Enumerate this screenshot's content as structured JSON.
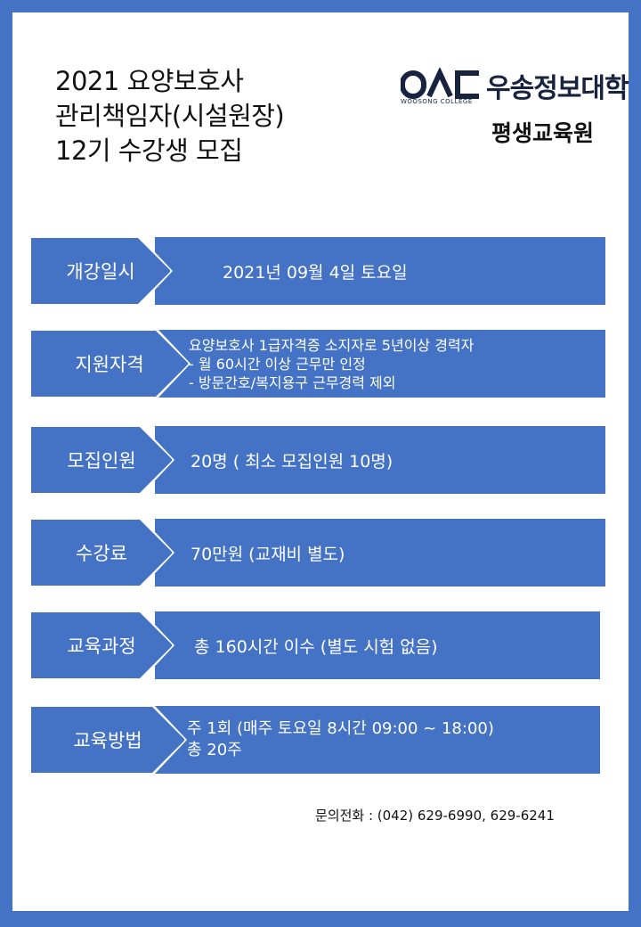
{
  "title": {
    "line1": "2021 요양보호사",
    "line2": "관리책임자(시설원장)",
    "line3": "12기 수강생 모집"
  },
  "logo": {
    "mark": "OAC",
    "sub": "WOOSONG COLLEGE",
    "name": "우송정보대학",
    "dept": "평생교육원",
    "brand_color": "#17233f"
  },
  "rows": [
    {
      "label": "개강일시",
      "lines": [
        "2021년  09월  4일 토요일"
      ]
    },
    {
      "label": "지원자격",
      "lines": [
        "요양보호사 1급자격증 소지자로 5년이상 경력자",
        "- 월 60시간 이상 근무만 인정",
        "- 방문간호/복지용구 근무경력 제외"
      ]
    },
    {
      "label": "모집인원",
      "lines": [
        "20명  ( 최소 모집인원 10명)"
      ]
    },
    {
      "label": "수강료",
      "lines": [
        "70만원 (교재비 별도)"
      ]
    },
    {
      "label": "교육과정",
      "lines": [
        "총 160시간 이수 (별도 시험 없음)"
      ]
    },
    {
      "label": "교육방법",
      "lines": [
        "주 1회 (매주 토요일 8시간 09:00 ~ 18:00)",
        "총 20주"
      ]
    }
  ],
  "contact": "문의전화 : (042) 629-6990, 629-6241",
  "colors": {
    "accent": "#4472c4",
    "text": "#111111"
  }
}
